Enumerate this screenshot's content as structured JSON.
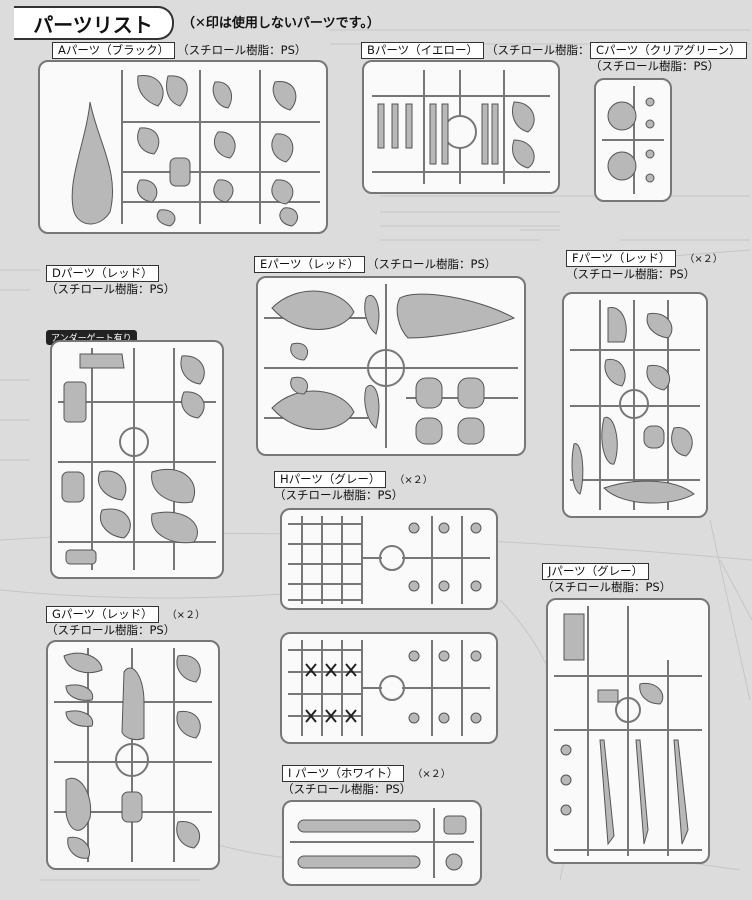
{
  "title": "パーツリスト",
  "note": "（✕印は使用しないパーツです。）",
  "material": "（スチロール樹脂：PS）",
  "sprues": {
    "A": {
      "label": "Aパーツ（ブラック）",
      "material": "（スチロール樹脂：PS）",
      "qty": ""
    },
    "B": {
      "label": "Bパーツ（イエロー）",
      "material": "（スチロール樹脂：PS）",
      "qty": ""
    },
    "C": {
      "label": "Cパーツ（クリアグリーン）",
      "material": "（スチロール樹脂：PS）",
      "qty": ""
    },
    "D": {
      "label": "Dパーツ（レッド）",
      "material": "（スチロール樹脂：PS）",
      "qty": "",
      "badge": "アンダーゲート有り"
    },
    "E": {
      "label": "Eパーツ（レッド）",
      "material": "（スチロール樹脂：PS）",
      "qty": ""
    },
    "F": {
      "label": "Fパーツ（レッド）",
      "material": "（スチロール樹脂：PS）",
      "qty": "（×２）"
    },
    "G": {
      "label": "Gパーツ（レッド）",
      "material": "（スチロール樹脂：PS）",
      "qty": "（×２）"
    },
    "H": {
      "label": "Hパーツ（グレー）",
      "material": "（スチロール樹脂：PS）",
      "qty": "（×２）"
    },
    "I": {
      "label": "I パーツ（ホワイト）",
      "material": "（スチロール樹脂：PS）",
      "qty": "（×２）"
    },
    "J": {
      "label": "Jパーツ（グレー）",
      "material": "（スチロール樹脂：PS）",
      "qty": ""
    }
  },
  "colors": {
    "page": "#dcdcdc",
    "sprue_bg": "#fafafa",
    "frame": "#777777",
    "part": "#b8b8b8"
  }
}
